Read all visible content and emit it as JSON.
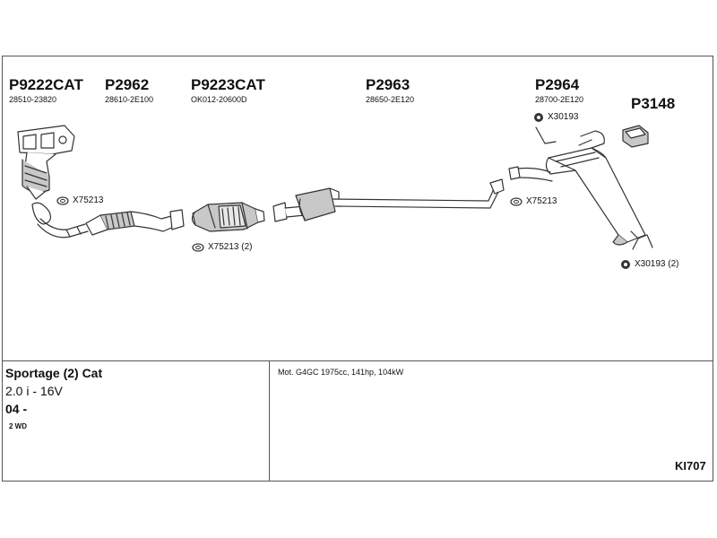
{
  "parts": [
    {
      "code": "P9222CAT",
      "oem": "28510-23820"
    },
    {
      "code": "P2962",
      "oem": "28610-2E100"
    },
    {
      "code": "P9223CAT",
      "oem": "OK012-20600D"
    },
    {
      "code": "P2963",
      "oem": "28650-2E120"
    },
    {
      "code": "P2964",
      "oem": "28700-2E120"
    },
    {
      "code": "P3148",
      "oem": ""
    }
  ],
  "accessories": [
    {
      "code": "X75213",
      "icon": "gasket-ring-icon"
    },
    {
      "code": "X75213 (2)",
      "icon": "gasket-ring-icon"
    },
    {
      "code": "X75213",
      "icon": "gasket-ring-icon"
    },
    {
      "code": "X30193",
      "icon": "rubber-mount-icon"
    },
    {
      "code": "X30193 (2)",
      "icon": "rubber-mount-icon"
    }
  ],
  "vehicle": {
    "model": "Sportage (2) Cat",
    "engine": "2.0 i - 16V",
    "year": "04 -",
    "drive": "2 WD"
  },
  "engine_details": "Mot. G4GC 1975cc, 141hp, 104kW",
  "diagram_id": "KI707",
  "colors": {
    "line": "#333333",
    "fill": "#ffffff",
    "shade": "#c8c8c8"
  }
}
